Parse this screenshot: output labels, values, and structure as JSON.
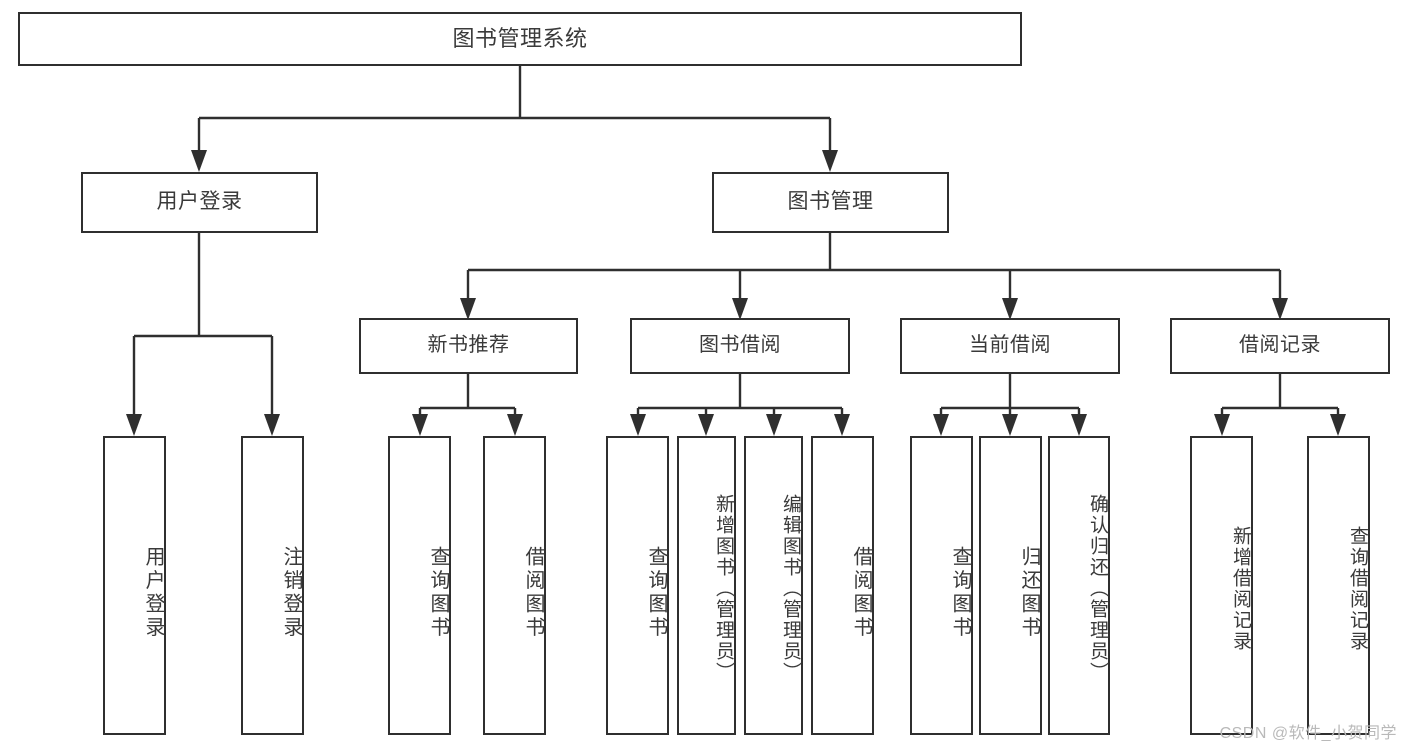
{
  "diagram": {
    "type": "tree",
    "title": "图书管理系统",
    "orientation": "top-down",
    "colors": {
      "box_border": "#2f2f2f",
      "box_fill": "#ffffff",
      "text": "#3a3a3a",
      "connector": "#2f2f2f",
      "watermark": "#b9b9b9",
      "background": "#ffffff"
    },
    "root": {
      "label": "图书管理系统"
    },
    "level2": [
      {
        "label": "用户登录"
      },
      {
        "label": "图书管理"
      }
    ],
    "level3": [
      {
        "label": "新书推荐"
      },
      {
        "label": "图书借阅"
      },
      {
        "label": "当前借阅"
      },
      {
        "label": "借阅记录"
      }
    ],
    "leaves": {
      "user_login": [
        {
          "label": "用户登录"
        },
        {
          "label": "注销登录"
        }
      ],
      "new_book_recommend": [
        {
          "label": "查询图书"
        },
        {
          "label": "借阅图书"
        }
      ],
      "book_borrow": [
        {
          "label": "查询图书"
        },
        {
          "label": "新增图书（管理员）"
        },
        {
          "label": "编辑图书（管理员）"
        },
        {
          "label": "借阅图书"
        }
      ],
      "current_borrow": [
        {
          "label": "查询图书"
        },
        {
          "label": "归还图书"
        },
        {
          "label": "确认归还（管理员）"
        }
      ],
      "borrow_record": [
        {
          "label": "新增借阅记录"
        },
        {
          "label": "查询借阅记录"
        }
      ]
    }
  },
  "watermark": {
    "text": "CSDN @软件_小贺同学"
  }
}
